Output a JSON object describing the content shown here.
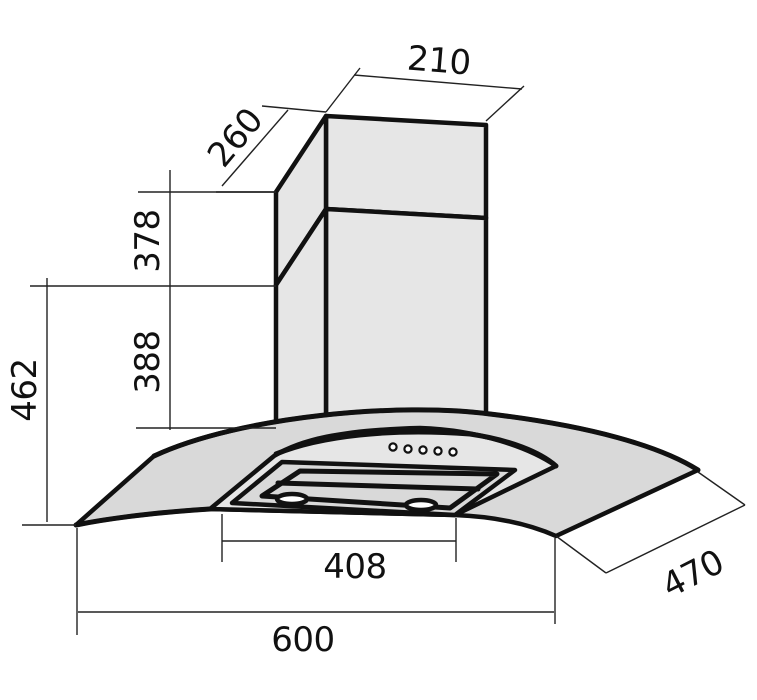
{
  "diagram": {
    "dimensions": {
      "top_width": "210",
      "top_depth": "260",
      "upper_chimney_height": "378",
      "lower_chimney_height": "388",
      "canopy_height": "462",
      "filter_width": "408",
      "total_width": "600",
      "total_depth": "470"
    },
    "colors": {
      "background": "#ffffff",
      "line": "#111111",
      "panel_fill": "#e6e6e6",
      "glass_fill": "#d9d9d9",
      "knob_fill": "#ffffff"
    }
  }
}
